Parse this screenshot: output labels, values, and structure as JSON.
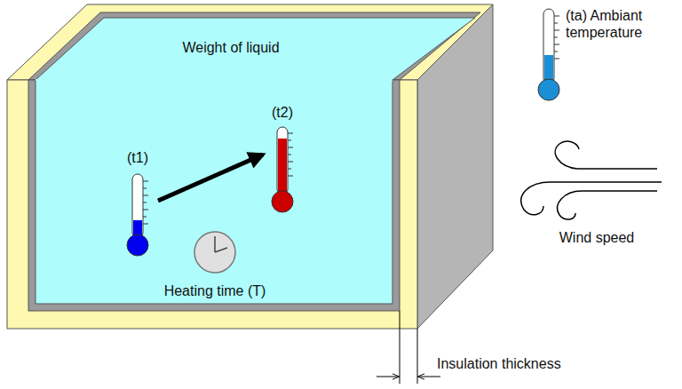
{
  "diagram": {
    "labels": [
      "Weight of liquid",
      "(t1)",
      "(t2)",
      "Heating time (T)",
      "(ta) Ambiant temperature",
      "Wind speed",
      "Insulation thickness"
    ]
  }
}
